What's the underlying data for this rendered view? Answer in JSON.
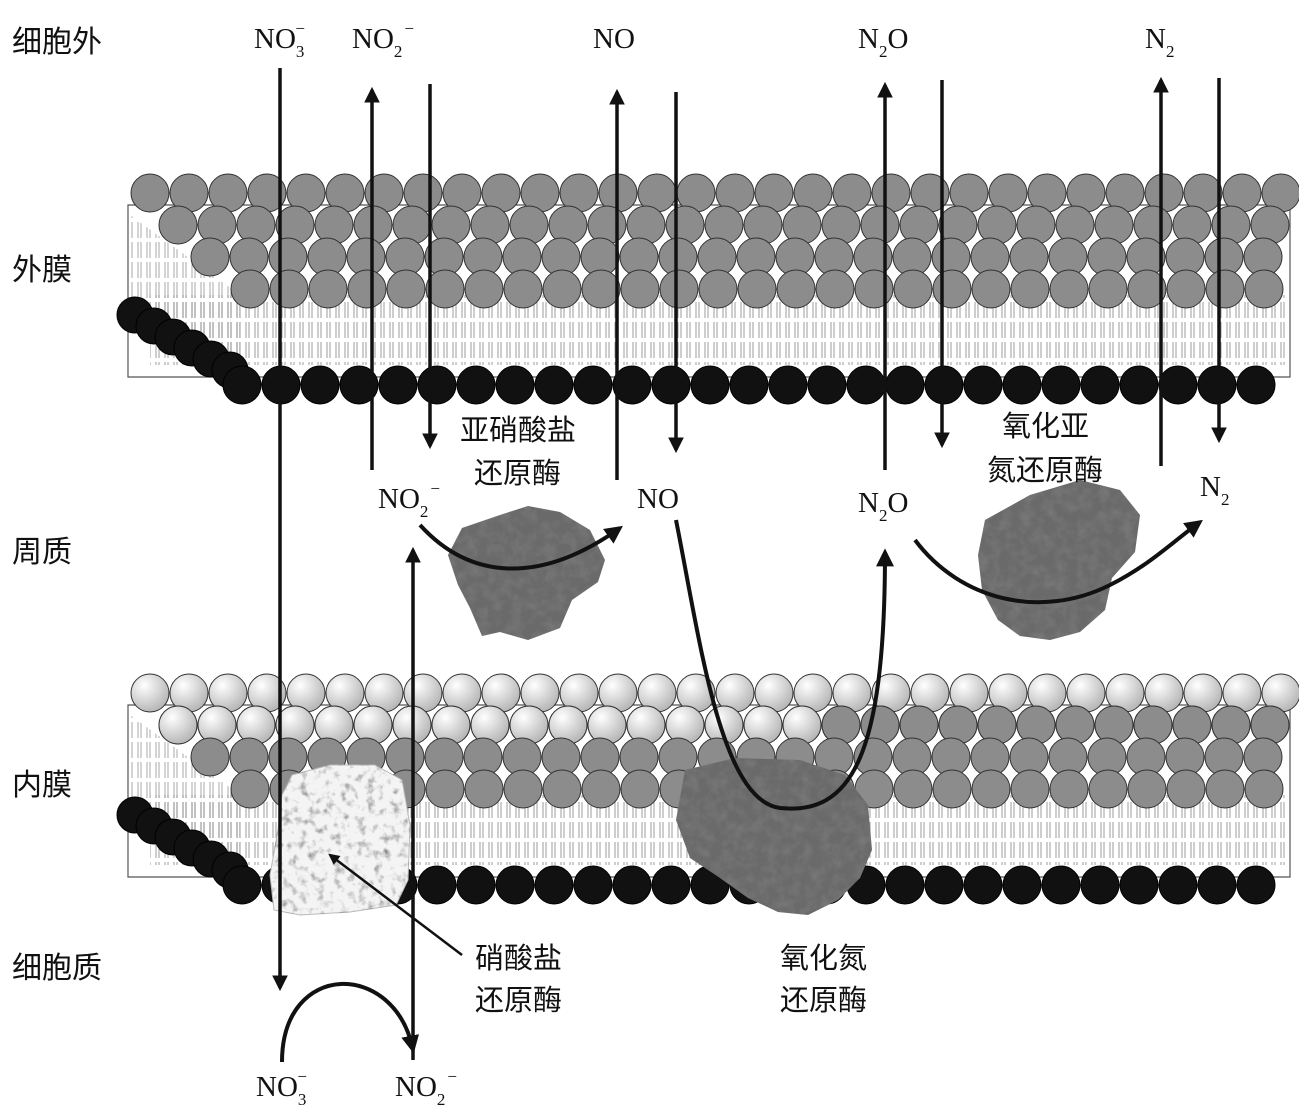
{
  "regions": {
    "extracellular": "细胞外",
    "outer_membrane": "外膜",
    "periplasm": "周质",
    "inner_membrane": "内膜",
    "cytoplasm": "细胞质"
  },
  "species": {
    "no3": {
      "base": "NO",
      "sub": "3",
      "sup": "−"
    },
    "no2": {
      "base": "NO",
      "sub": "2",
      "sup": "−"
    },
    "no": {
      "base": "NO"
    },
    "n2o": {
      "base": "N",
      "sub": "2",
      "tail": "O"
    },
    "n2": {
      "base": "N",
      "sub": "2"
    }
  },
  "enzymes": {
    "nitrite_reductase": {
      "line1": "亚硝酸盐",
      "line2": "还原酶"
    },
    "nitrous_oxide_reductase": {
      "line1": "氧化亚",
      "line2": "氮还原酶"
    },
    "nitrate_reductase": {
      "line1": "硝酸盐",
      "line2": "还原酶"
    },
    "nitric_oxide_reductase": {
      "line1": "氧化氮",
      "line2": "还原酶"
    }
  },
  "colors": {
    "outer_heads": "#8c8c8c",
    "inner_top_heads": "#d4d4d4",
    "bottom_heads": "#111111",
    "protein": "#6a6a6a"
  }
}
